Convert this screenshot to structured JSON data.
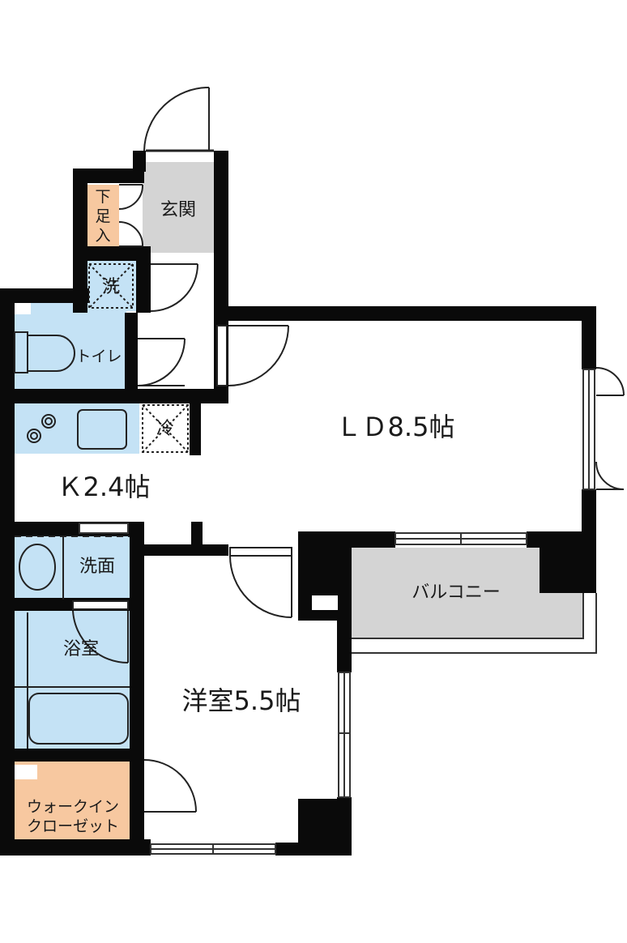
{
  "rooms": {
    "entrance": "玄関",
    "shoe_box_1": "下",
    "shoe_box_2": "足",
    "shoe_box_3": "入",
    "washer": "洗",
    "toilet": "トイレ",
    "fridge": "冷",
    "ld": "ＬＤ8.5帖",
    "kitchen": "Ｋ2.4帖",
    "balcony": "バルコニー",
    "washroom": "洗面",
    "bath": "浴室",
    "bedroom": "洋室5.5帖",
    "closet_line1": "ウォークイン",
    "closet_line2": "クローゼット"
  },
  "colors": {
    "wall": "#0a0a0a",
    "wet_area": "#c4e2f5",
    "storage": "#f7c8a0",
    "gray_area": "#d4d4d4",
    "fixture_stroke": "#222222"
  }
}
